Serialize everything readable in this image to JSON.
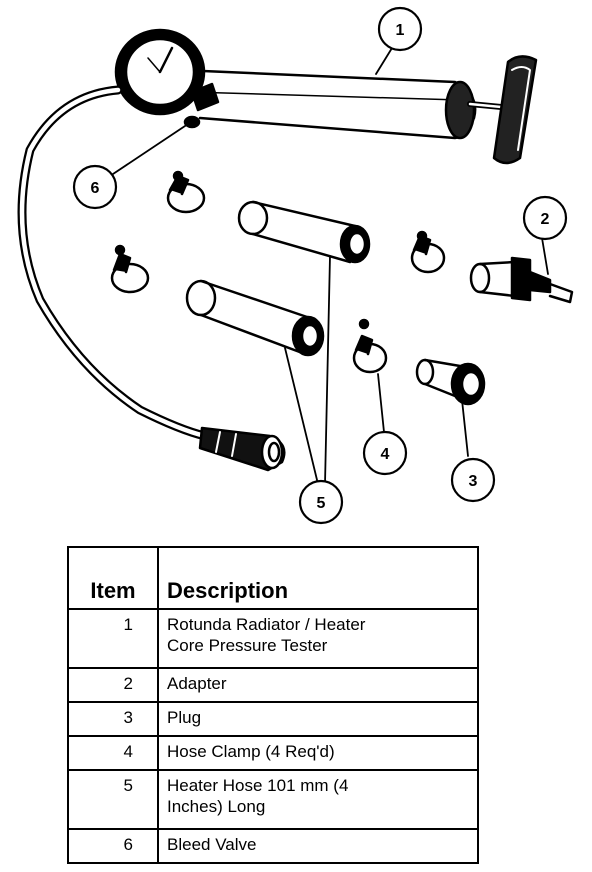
{
  "callouts": [
    "1",
    "2",
    "3",
    "4",
    "5",
    "6"
  ],
  "table": {
    "headers": {
      "item": "Item",
      "description": "Description"
    },
    "rows": [
      {
        "item": "1",
        "description_lines": [
          "Rotunda Radiator / Heater",
          "Core Pressure Tester"
        ]
      },
      {
        "item": "2",
        "description_lines": [
          "Adapter"
        ]
      },
      {
        "item": "3",
        "description_lines": [
          "Plug"
        ]
      },
      {
        "item": "4",
        "description_lines": [
          "Hose Clamp (4 Req'd)"
        ]
      },
      {
        "item": "5",
        "description_lines": [
          "Heater Hose 101 mm (4",
          "Inches) Long"
        ]
      },
      {
        "item": "6",
        "description_lines": [
          "Bleed Valve"
        ]
      }
    ]
  }
}
